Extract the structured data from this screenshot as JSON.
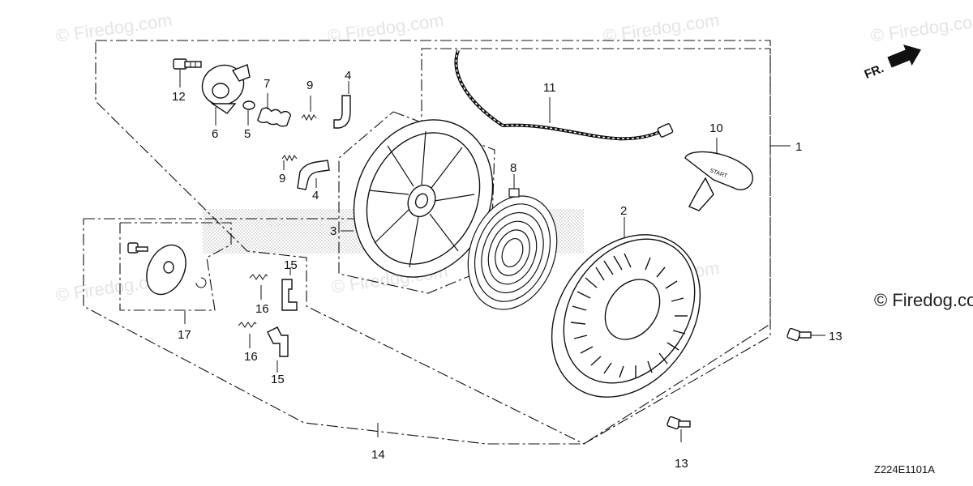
{
  "watermark": "© Firedog.com",
  "copyright": "© Firedog.com",
  "direction_label": "FR.",
  "start_handle_text": "START",
  "diagram_code": "Z224E1101A",
  "callouts": [
    "1",
    "2",
    "3",
    "4",
    "4",
    "5",
    "6",
    "7",
    "8",
    "9",
    "9",
    "10",
    "11",
    "12",
    "13",
    "13",
    "14",
    "15",
    "15",
    "16",
    "16",
    "17"
  ]
}
